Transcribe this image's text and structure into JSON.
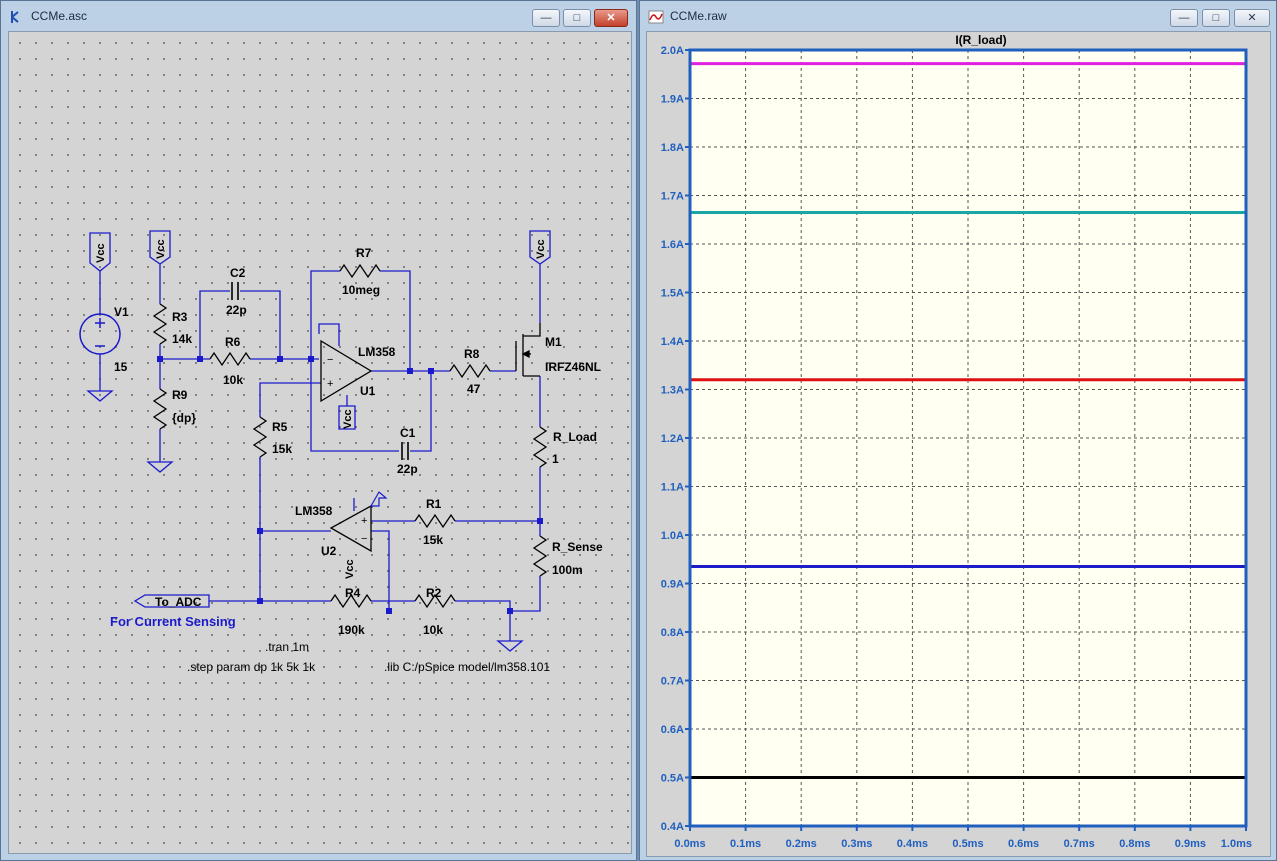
{
  "schematic_window": {
    "title": "CCMe.asc",
    "buttons": {
      "minimize": "—",
      "maximize": "□",
      "close": "✕"
    },
    "components": {
      "v1": {
        "name": "V1",
        "value": "15"
      },
      "r3": {
        "name": "R3",
        "value": "14k"
      },
      "r9": {
        "name": "R9",
        "value": "{dp}"
      },
      "r6": {
        "name": "R6",
        "value": "10k"
      },
      "c2": {
        "name": "C2",
        "value": "22p"
      },
      "r7": {
        "name": "R7",
        "value": "10meg"
      },
      "u1": {
        "name": "U1",
        "model": "LM358"
      },
      "c1": {
        "name": "C1",
        "value": "22p"
      },
      "r8": {
        "name": "R8",
        "value": "47"
      },
      "m1": {
        "name": "M1",
        "model": "IRFZ46NL"
      },
      "rload": {
        "name": "R_Load",
        "value": "1"
      },
      "rsense": {
        "name": "R_Sense",
        "value": "100m"
      },
      "r5": {
        "name": "R5",
        "value": "15k"
      },
      "u2": {
        "name": "U2",
        "model": "LM358"
      },
      "r1": {
        "name": "R1",
        "value": "15k"
      },
      "r4": {
        "name": "R4",
        "value": "190k"
      },
      "r2": {
        "name": "R2",
        "value": "10k"
      }
    },
    "net_labels": {
      "vcc": "Vcc",
      "to_adc": "To_ADC"
    },
    "comment": "For Current Sensing",
    "directives": {
      "tran": ".tran 1m",
      "step": ".step param dp 1k 5k 1k",
      "lib": ".lib C:/pSpice model/lm358.101"
    }
  },
  "waveform_window": {
    "title": "CCMe.raw",
    "buttons": {
      "minimize": "—",
      "maximize": "□",
      "close": "✕"
    }
  },
  "chart_data": {
    "type": "line",
    "title": "I(R_load)",
    "xlabel": "",
    "ylabel": "",
    "xlim": [
      0,
      1
    ],
    "ylim": [
      0.4,
      2.0
    ],
    "x_tick_labels": [
      "0.0ms",
      "0.1ms",
      "0.2ms",
      "0.3ms",
      "0.4ms",
      "0.5ms",
      "0.6ms",
      "0.7ms",
      "0.8ms",
      "0.9ms",
      "1.0ms"
    ],
    "y_tick_labels": [
      "0.4A",
      "0.5A",
      "0.6A",
      "0.7A",
      "0.8A",
      "0.9A",
      "1.0A",
      "1.1A",
      "1.2A",
      "1.3A",
      "1.4A",
      "1.5A",
      "1.6A",
      "1.7A",
      "1.8A",
      "1.9A",
      "2.0A"
    ],
    "grid": true,
    "background": "#fffff2",
    "frame_color": "#1f5fbf",
    "series": [
      {
        "color": "#000000",
        "x": [
          0,
          1
        ],
        "y": [
          0.5,
          0.5
        ]
      },
      {
        "color": "#1c1cc8",
        "x": [
          0,
          1
        ],
        "y": [
          0.935,
          0.935
        ]
      },
      {
        "color": "#e01010",
        "x": [
          0,
          1
        ],
        "y": [
          1.32,
          1.32
        ]
      },
      {
        "color": "#1aa6a6",
        "x": [
          0,
          1
        ],
        "y": [
          1.665,
          1.665
        ]
      },
      {
        "color": "#e020e0",
        "x": [
          0,
          1
        ],
        "y": [
          1.972,
          1.972
        ]
      }
    ]
  }
}
